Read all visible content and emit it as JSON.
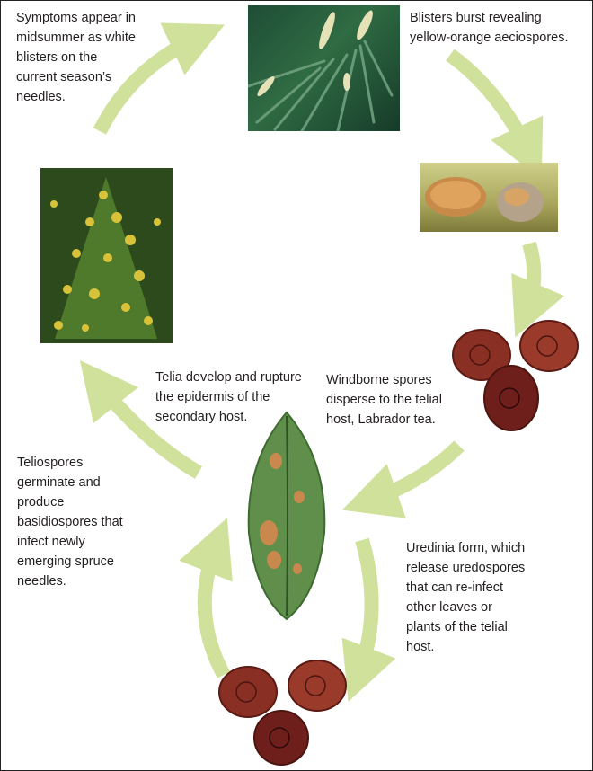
{
  "captions": {
    "symptoms": "Symptoms appear in\nmidsummer as white\nblisters on the\ncurrent season’s\nneedles.",
    "blisters_burst": "Blisters burst revealing\nyellow-orange aeciospores.",
    "windborne": "Windborne spores\ndisperse to the telial\nhost, Labrador tea.",
    "telia": "Telia develop and rupture\nthe epidermis of the\nsecondary host.",
    "teliospores": "Teliospores\ngerminate and\nproduce\nbasidiospores that\ninfect newly\nemerging spruce\nneedles.",
    "uredinia": "Uredinia form, which\nrelease uredospores\nthat can re-infect\nother leaves or\nplants of the telial\nhost."
  },
  "colors": {
    "arrow": "#cfe19a",
    "spore_fill": "#8a2f24",
    "spore_edge": "#5b1a14",
    "leaf": "#5f8f4a",
    "lesion": "#c9894e",
    "needle": "#2f6b43",
    "shrub": "#3c5f24",
    "yellow": "#d8c23a"
  },
  "images": [
    "spruce-needle-blister-photo",
    "aecia-closeup-photo",
    "infected-spruce-tree-photo",
    "aeciospores-photo",
    "labrador-tea-leaf-photo",
    "uredospores-photo"
  ]
}
